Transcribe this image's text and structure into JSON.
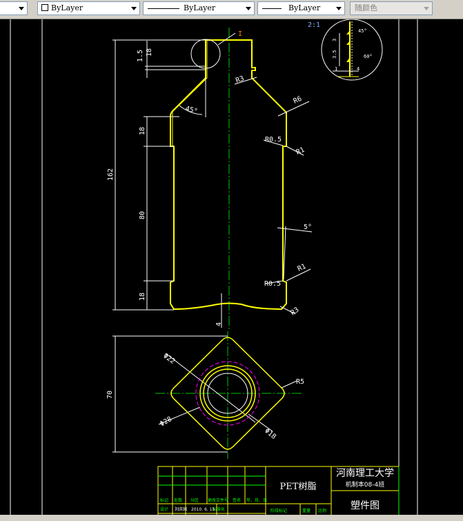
{
  "toolbar": {
    "color_combo": "ByLayer",
    "linetype_combo": "ByLayer",
    "lineweight_combo": "ByLayer",
    "plotstyle_combo": "随颜色"
  },
  "drawing": {
    "scale_label": "2:1",
    "detail_label": "I",
    "detail_dims": [
      "3",
      "3.5",
      "1",
      "4",
      "45°",
      "60°"
    ],
    "dims": {
      "d162": "162",
      "d18a": "18",
      "d80": "80",
      "d18b": "18",
      "d15": "1.5",
      "d18c": "18",
      "angle45": "45°",
      "r3a": "R3",
      "r6": "R6",
      "r05a": "R0.5",
      "r1a": "R1",
      "ang5": "5°",
      "r1b": "R1",
      "r05b": "R0.5",
      "r3b": "R3",
      "d4": "4",
      "d70": "70",
      "phi22": "Φ22",
      "phi28": "Φ28",
      "phi18": "Φ18",
      "r5": "R5"
    },
    "colors": {
      "outline": "#ffff00",
      "dim": "#ffffff",
      "center": "#00ff00",
      "hidden": "#ff00ff",
      "frame": "#00ff00"
    }
  },
  "title_block": {
    "material": "PET树脂",
    "school": "河南理工大学",
    "class": "机制本08-4班",
    "drawing_name": "塑件图",
    "headers": [
      "标记",
      "处数",
      "分区",
      "更改文件号",
      "签名",
      "年、月、日"
    ],
    "design_label": "设计",
    "designer": "刘庆国",
    "date": "2010. 6. 15",
    "standard_label": "标准化",
    "stage_label": "阶段标记",
    "weight_label": "重量",
    "ratio_label": "比例"
  }
}
